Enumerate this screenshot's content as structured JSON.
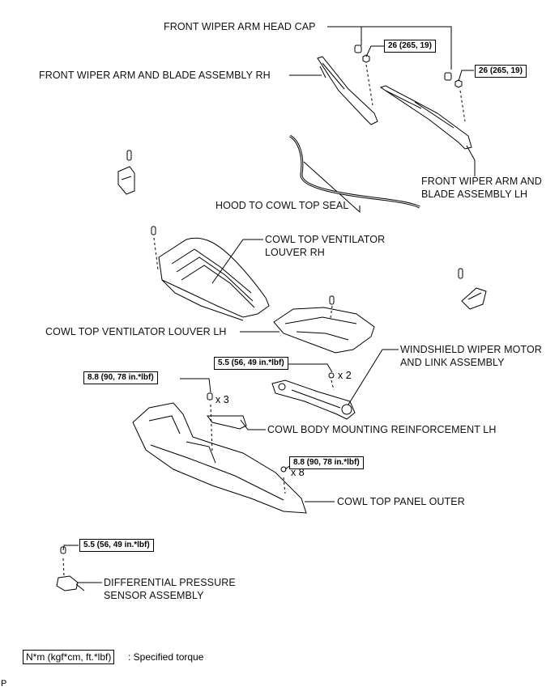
{
  "labels": {
    "head_cap": "FRONT WIPER ARM HEAD CAP",
    "arm_rh": "FRONT WIPER ARM AND BLADE ASSEMBLY RH",
    "arm_lh_1": "FRONT WIPER ARM AND",
    "arm_lh_2": "BLADE ASSEMBLY LH",
    "hood_seal": "HOOD TO COWL TOP SEAL",
    "louver_rh_1": "COWL TOP VENTILATOR",
    "louver_rh_2": "LOUVER RH",
    "louver_lh": "COWL TOP VENTILATOR LOUVER LH",
    "wiper_motor_1": "WINDSHIELD WIPER MOTOR",
    "wiper_motor_2": "AND LINK ASSEMBLY",
    "reinforcement": "COWL BODY MOUNTING REINFORCEMENT LH",
    "panel_outer": "COWL TOP PANEL OUTER",
    "dp_sensor_1": "DIFFERENTIAL PRESSURE",
    "dp_sensor_2": "SENSOR ASSEMBLY"
  },
  "torques": {
    "nut_rh": "26 (265, 19)",
    "nut_lh": "26 (265, 19)",
    "motor_bolts": "5.5 (56, 49 in.*lbf)",
    "reinf_bolts": "8.8 (90, 78 in.*lbf)",
    "panel_bolts": "8.8 (90, 78 in.*lbf)",
    "sensor_bolt": "5.5 (56, 49 in.*lbf)"
  },
  "quantities": {
    "motor_bolts": "x 2",
    "reinf_bolts": "x 3",
    "panel_bolts": "x 8"
  },
  "legend": {
    "unit_box": "N*m (kgf*cm, ft.*lbf)",
    "unit_text": ": Specified torque"
  },
  "footer_code": "P"
}
